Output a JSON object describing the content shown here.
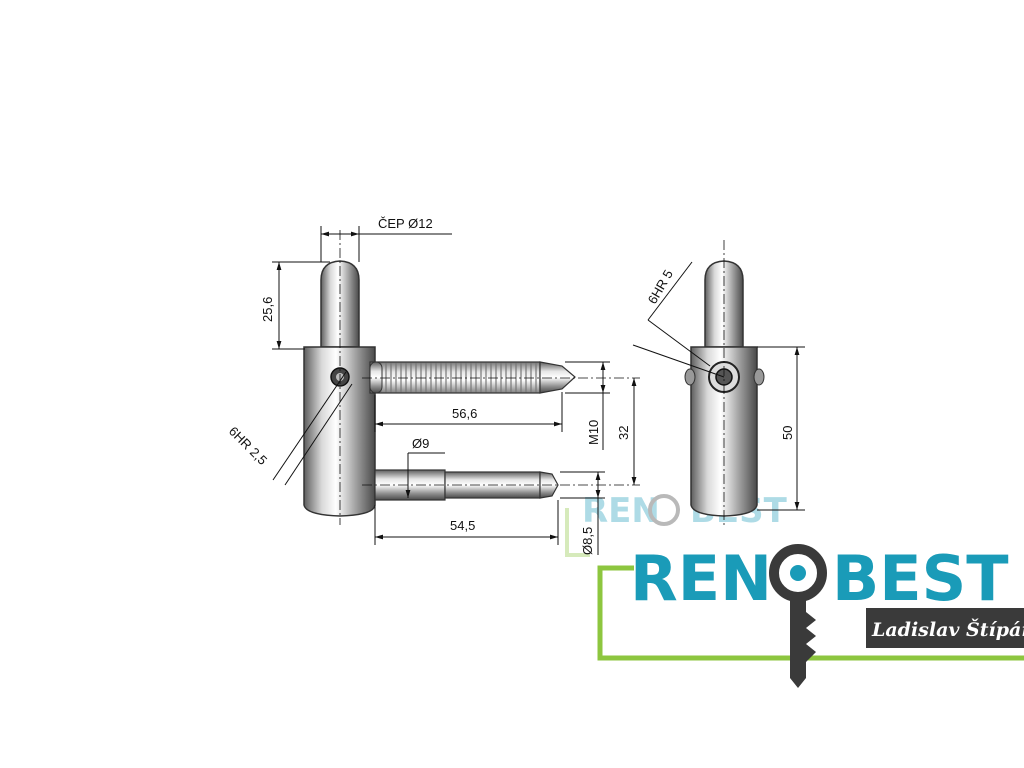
{
  "drawing": {
    "labels": {
      "pin_diameter": "ČEP Ø12",
      "pin_height": "25,6",
      "screw_upper_length": "56,6",
      "thread": "M10",
      "axis_distance": "32",
      "hex_small": "6HR 2,5",
      "screw_lower_diameter": "Ø9",
      "screw_lower_length": "54,5",
      "screw_lower_tip": "Ø8,5",
      "hex_large": "6HR 5",
      "body_height": "50"
    }
  },
  "watermark": {
    "brand_left": "REN",
    "brand_right": "BEST"
  },
  "logo": {
    "brand_left": "REN",
    "brand_right": "BEST",
    "tagline": "Ladislav Štípánek",
    "colors": {
      "brand": "#1a9bb8",
      "frame": "#8dc63f",
      "key": "#3a3a3a"
    }
  }
}
